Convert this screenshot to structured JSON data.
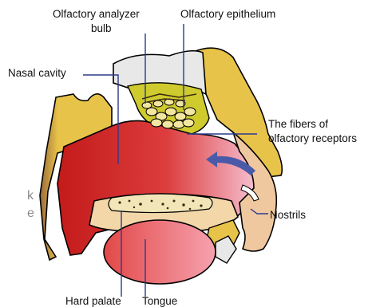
{
  "diagram": {
    "labels": {
      "olfactory_analyzer_bulb_line1": "Olfactory analyzer",
      "olfactory_analyzer_bulb_line2": "bulb",
      "olfactory_epithelium": "Olfactory epithelium",
      "nasal_cavity": "Nasal cavity",
      "fibers_line1": "The fibers of",
      "fibers_line2": "olfactory receptors",
      "nostrils": "Nostrils",
      "hard_palate": "Hard palate",
      "tongue": "Tongue"
    },
    "cropped_edge_text": {
      "line1": "k",
      "line2": "e"
    },
    "colors": {
      "bone": "#e8c34a",
      "cavity_red": "#d42a2a",
      "cavity_pink": "#f4b3c4",
      "skin": "#f0c8a0",
      "palate": "#f3d7a8",
      "tongue": "#f07a7a",
      "bulb_gray": "#e6e6e6",
      "epithelium": "#c9c52a",
      "leader_line": "#2b3a8c",
      "airflow_arrow": "#4a5aa8"
    }
  }
}
